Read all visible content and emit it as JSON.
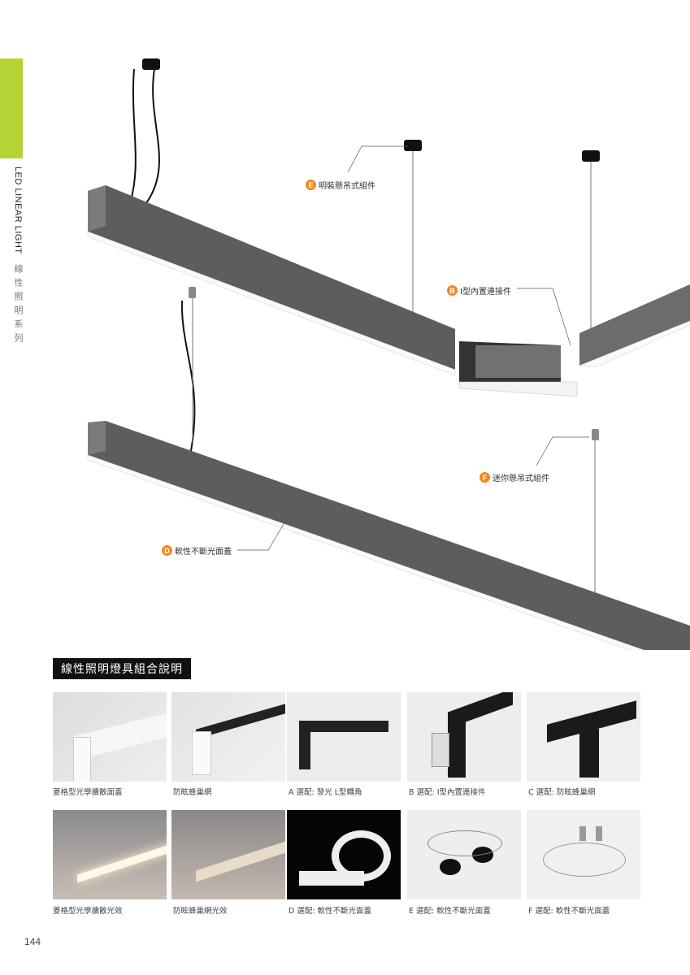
{
  "side": {
    "en": "LED LINEAR LIGHT",
    "zh": "線性照明系列"
  },
  "callouts": [
    {
      "letter": "E",
      "label": "明裝懸吊式組件"
    },
    {
      "letter": "B",
      "label": "I型內置連接件"
    },
    {
      "letter": "F",
      "label": "迷你懸吊式組件"
    },
    {
      "letter": "D",
      "label": "軟性不斷光面蓋"
    }
  ],
  "section_title": "線性照明燈具組合說明",
  "row1": [
    {
      "caption": "菱格型光學擴散面蓋"
    },
    {
      "caption": "防眩蜂巢網"
    },
    {
      "caption": "A 選配: 發光 L型轉角"
    },
    {
      "caption": "B 選配: I型內置連接件"
    },
    {
      "caption": "C 選配: 防眩蜂巢網"
    }
  ],
  "row2": [
    {
      "caption": "菱格型光學擴散光效"
    },
    {
      "caption": "防眩蜂巢網光效"
    },
    {
      "caption": "D 選配: 軟性不斷光面蓋"
    },
    {
      "caption": "E 選配: 軟性不斷光面蓋"
    },
    {
      "caption": "F 選配: 軟性不斷光面蓋"
    }
  ],
  "page_number": "144",
  "colors": {
    "accent": "#b5d334",
    "badge": "#f08a1e"
  }
}
